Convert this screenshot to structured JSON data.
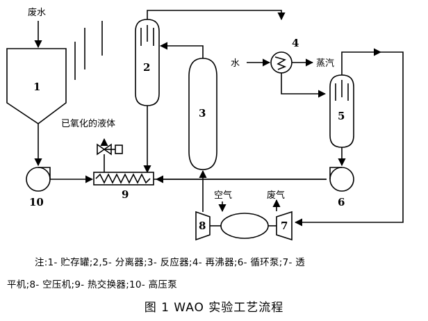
{
  "labels": {
    "wastewater": "废水",
    "oxidized_liquid": "已氧化的液体",
    "water": "水",
    "steam": "蒸汽",
    "air": "空气",
    "exhaust": "废气"
  },
  "numbers": {
    "n1": "1",
    "n2": "2",
    "n3": "3",
    "n4": "4",
    "n5": "5",
    "n6": "6",
    "n7": "7",
    "n8": "8",
    "n9": "9",
    "n10": "10"
  },
  "note": {
    "line1": "注:1- 贮存罐;2,5- 分离器;3- 反应器;4- 再沸器;6- 循环泵;7- 透",
    "line2": "平机;8- 空压机;9- 热交换器;10- 高压泵"
  },
  "caption": "图 1  WAO 实验工艺流程"
}
